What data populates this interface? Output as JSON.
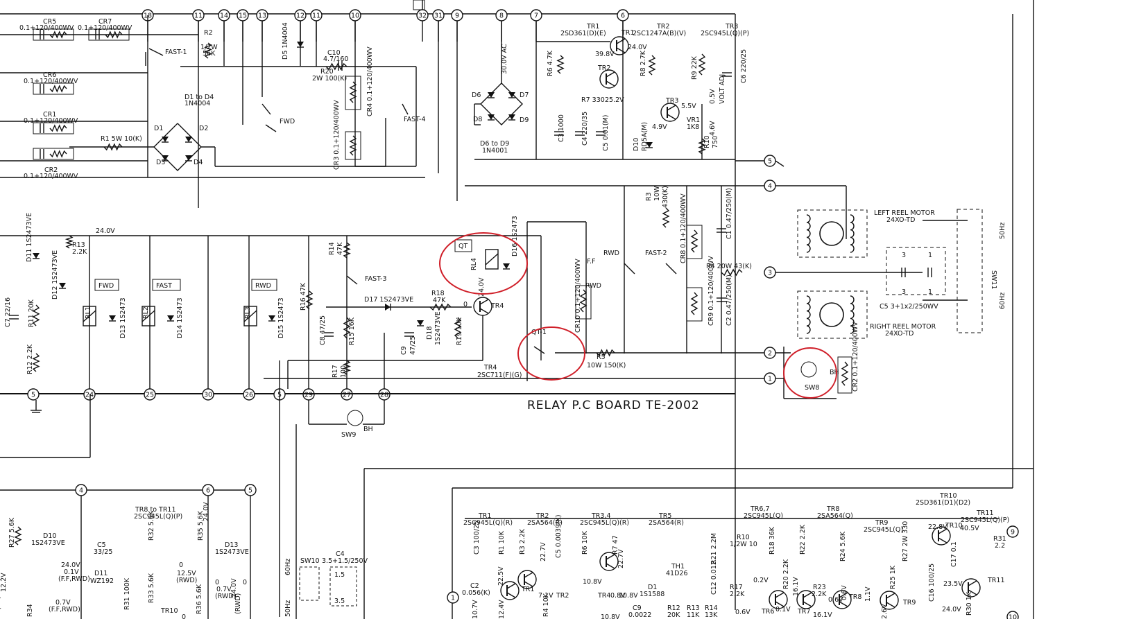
{
  "diagram": {
    "title": "RELAY P.C BOARD TE-2002",
    "terminals_top": [
      "18",
      "11",
      "14",
      "15",
      "13",
      "12",
      "11",
      "10",
      "32",
      "31",
      "9",
      "8",
      "7",
      "6"
    ],
    "terminals_bottom": [
      "5",
      "24",
      "25",
      "30",
      "26",
      "5",
      "29",
      "27",
      "28"
    ],
    "terminals_right": [
      "5",
      "4",
      "3",
      "2",
      "1"
    ],
    "terminals_lower": [
      "4",
      "6",
      "5",
      "9",
      "1",
      "10"
    ],
    "labels": [
      {
        "id": "cr5",
        "t": "CR5"
      },
      {
        "id": "cr5v",
        "t": "0.1+120/400WV"
      },
      {
        "id": "cr7",
        "t": "CR7"
      },
      {
        "id": "cr7v",
        "t": "0.1+120/400WV"
      },
      {
        "id": "cr6",
        "t": "CR6"
      },
      {
        "id": "cr6v",
        "t": "0.1+120/400WV"
      },
      {
        "id": "cr1",
        "t": "CR1"
      },
      {
        "id": "cr1v",
        "t": "0.1+120/400WV"
      },
      {
        "id": "cr2",
        "t": "CR2"
      },
      {
        "id": "cr2v",
        "t": "0.1+120/400WV"
      },
      {
        "id": "fast1",
        "t": "FAST-1"
      },
      {
        "id": "r2",
        "t": "R2"
      },
      {
        "id": "r2a",
        "t": "1/2W"
      },
      {
        "id": "r2b",
        "t": "56K"
      },
      {
        "id": "d5",
        "t": "D5 1N4004"
      },
      {
        "id": "c10",
        "t": "C10"
      },
      {
        "id": "c10v",
        "t": "4.7/160"
      },
      {
        "id": "r20",
        "t": "R20"
      },
      {
        "id": "r20v",
        "t": "2W 100(K)"
      },
      {
        "id": "d1d4",
        "t": "D1 to D4"
      },
      {
        "id": "d1d4v",
        "t": "1N4004"
      },
      {
        "id": "d1",
        "t": "D1"
      },
      {
        "id": "d2",
        "t": "D2"
      },
      {
        "id": "d3",
        "t": "D3"
      },
      {
        "id": "d4",
        "t": "D4"
      },
      {
        "id": "r1",
        "t": "R1 5W 10(K)"
      },
      {
        "id": "fwd",
        "t": "FWD"
      },
      {
        "id": "fast4",
        "t": "FAST-4"
      },
      {
        "id": "cr4",
        "t": "CR4 0.1+120/400WV"
      },
      {
        "id": "cr3",
        "t": "CR3 0.1+120/400WV"
      },
      {
        "id": "ac30",
        "t": "30.0V AC"
      },
      {
        "id": "d6",
        "t": "D6"
      },
      {
        "id": "d7",
        "t": "D7"
      },
      {
        "id": "d8",
        "t": "D8"
      },
      {
        "id": "d9",
        "t": "D9"
      },
      {
        "id": "d6d9",
        "t": "D6 to D9"
      },
      {
        "id": "d6d9v",
        "t": "1N4001"
      },
      {
        "id": "tr1",
        "t": "TR1"
      },
      {
        "id": "tr1v",
        "t": "2SD361(D)(E)"
      },
      {
        "id": "tr1t",
        "t": "TR1"
      },
      {
        "id": "tr2",
        "t": "TR2"
      },
      {
        "id": "tr2v",
        "t": "2SC1247A(B)(V)"
      },
      {
        "id": "tr2t",
        "t": "TR2"
      },
      {
        "id": "tr3",
        "t": "TR3"
      },
      {
        "id": "tr3v",
        "t": "2SC945L(Q)(P)"
      },
      {
        "id": "tr3t",
        "t": "TR3"
      },
      {
        "id": "v398",
        "t": "39.8V"
      },
      {
        "id": "v240a",
        "t": "24.0V"
      },
      {
        "id": "v252",
        "t": "25.2V"
      },
      {
        "id": "v55",
        "t": "5.5V"
      },
      {
        "id": "v49",
        "t": "4.9V"
      },
      {
        "id": "r6",
        "t": "R6 4.7K"
      },
      {
        "id": "r7",
        "t": "R7 330"
      },
      {
        "id": "r8",
        "t": "R8 2.7K"
      },
      {
        "id": "r9",
        "t": "R9 22K"
      },
      {
        "id": "c6",
        "t": "C6 220/25"
      },
      {
        "id": "v05",
        "t": "0.5V"
      },
      {
        "id": "voladj",
        "t": "VOLT ADJ"
      },
      {
        "id": "vr1",
        "t": "VR1"
      },
      {
        "id": "vr1v",
        "t": "1K8"
      },
      {
        "id": "v46",
        "t": "4.6V"
      },
      {
        "id": "r10",
        "t": "R10"
      },
      {
        "id": "r10v",
        "t": "750"
      },
      {
        "id": "c3",
        "t": "C3 1000"
      },
      {
        "id": "c4",
        "t": "C4 220/35"
      },
      {
        "id": "c5",
        "t": "C5 0.01(M)"
      },
      {
        "id": "d10",
        "t": "D10"
      },
      {
        "id": "d10v",
        "t": "RD5A(M)"
      },
      {
        "id": "r3",
        "t": "R3"
      },
      {
        "id": "r3v",
        "t": "10W"
      },
      {
        "id": "r3k",
        "t": "430(K)"
      },
      {
        "id": "cr8",
        "t": "CR8 0.1+120/400WV"
      },
      {
        "id": "c1",
        "t": "C1 0.47/250(M)"
      },
      {
        "id": "c2",
        "t": "C2 0.47/250(M)"
      },
      {
        "id": "lrm",
        "t": "LEFT REEL MOTOR"
      },
      {
        "id": "lrmv",
        "t": "24XO-TD"
      },
      {
        "id": "rrm",
        "t": "RIGHT REEL MOTOR"
      },
      {
        "id": "rrmv",
        "t": "24XO-TD"
      },
      {
        "id": "c5b",
        "t": "C5 3+1x2/250WV"
      },
      {
        "id": "n3a",
        "t": "3"
      },
      {
        "id": "n1a",
        "t": "1"
      },
      {
        "id": "n3b",
        "t": "3"
      },
      {
        "id": "n1b",
        "t": "1"
      },
      {
        "id": "sw11",
        "t": "SW11"
      },
      {
        "id": "hz50",
        "t": "50Hz"
      },
      {
        "id": "hz60",
        "t": "60Hz"
      },
      {
        "id": "r4",
        "t": "R4 20W 43(K)"
      },
      {
        "id": "cr9",
        "t": "CR9 0.1+120/400WV"
      },
      {
        "id": "ff",
        "t": "F.F"
      },
      {
        "id": "rwd",
        "t": "RWD"
      },
      {
        "id": "rwd2",
        "t": "RWD"
      },
      {
        "id": "fast2",
        "t": "FAST-2"
      },
      {
        "id": "cr10",
        "t": "CR10 0.1+120/400WV"
      },
      {
        "id": "qt",
        "t": "QT"
      },
      {
        "id": "rl4",
        "t": "RL4"
      },
      {
        "id": "d16",
        "t": "D16 1S2473"
      },
      {
        "id": "v240b",
        "t": "24.0V"
      },
      {
        "id": "tr4",
        "t": "TR4"
      },
      {
        "id": "tr4b",
        "t": "TR4"
      },
      {
        "id": "tr4v",
        "t": "2SC711(F)(G)"
      },
      {
        "id": "zero",
        "t": "0"
      },
      {
        "id": "qt1",
        "t": "QT-1"
      },
      {
        "id": "r5",
        "t": "R5"
      },
      {
        "id": "r5v",
        "t": "10W 150(K)"
      },
      {
        "id": "sw8",
        "t": "SW8"
      },
      {
        "id": "bh8",
        "t": "BH"
      },
      {
        "id": "cr2b",
        "t": "CR2 0.1+120/400WV"
      },
      {
        "id": "d11",
        "t": "D11 1S2473VE"
      },
      {
        "id": "r13",
        "t": "R13"
      },
      {
        "id": "r13v",
        "t": "2.2K"
      },
      {
        "id": "v240c",
        "t": "24.0V"
      },
      {
        "id": "d12",
        "t": "D12 1S2473VE"
      },
      {
        "id": "bfwd",
        "t": "FWD"
      },
      {
        "id": "bfast",
        "t": "FAST"
      },
      {
        "id": "brwd",
        "t": "RWD"
      },
      {
        "id": "c7",
        "t": "C7 22/16"
      },
      {
        "id": "r11",
        "t": "R11 20K"
      },
      {
        "id": "r12",
        "t": "R12 2.2K"
      },
      {
        "id": "rl1",
        "t": "RL1"
      },
      {
        "id": "d13",
        "t": "D13 1S2473"
      },
      {
        "id": "rl2",
        "t": "RL2"
      },
      {
        "id": "d14",
        "t": "D14 1S2473"
      },
      {
        "id": "rl3",
        "t": "RL3"
      },
      {
        "id": "d15",
        "t": "D15 1S2473"
      },
      {
        "id": "r14",
        "t": "R14"
      },
      {
        "id": "r14v",
        "t": "47K"
      },
      {
        "id": "fast3",
        "t": "FAST-3"
      },
      {
        "id": "r16",
        "t": "R16 47K"
      },
      {
        "id": "d17",
        "t": "D17 1S2473VE"
      },
      {
        "id": "r18",
        "t": "R18"
      },
      {
        "id": "r18v",
        "t": "47K"
      },
      {
        "id": "c8",
        "t": "C8 47/25"
      },
      {
        "id": "r15",
        "t": "R15 16K"
      },
      {
        "id": "d18",
        "t": "D18"
      },
      {
        "id": "d18v",
        "t": "1S2473VE"
      },
      {
        "id": "r19",
        "t": "R19 10K"
      },
      {
        "id": "c9",
        "t": "C9"
      },
      {
        "id": "c9v",
        "t": "47/25"
      },
      {
        "id": "r17",
        "t": "R17"
      },
      {
        "id": "r17v",
        "t": "100"
      },
      {
        "id": "sw9",
        "t": "SW9"
      },
      {
        "id": "bh9",
        "t": "BH"
      },
      {
        "id": "sw10",
        "t": "SW10"
      },
      {
        "id": "c4b",
        "t": "C4"
      },
      {
        "id": "c4bv",
        "t": "3.5+1.5/250V"
      },
      {
        "id": "n15",
        "t": "1.5"
      },
      {
        "id": "n35",
        "t": "3.5"
      },
      {
        "id": "hz60b",
        "t": "60Hz"
      },
      {
        "id": "hz50b",
        "t": "50Hz"
      },
      {
        "id": "tr8t11",
        "t": "TR8 to TR11"
      },
      {
        "id": "tr8t11v",
        "t": "2SC945L(Q)(P)"
      },
      {
        "id": "r27",
        "t": "R27 5.6K"
      },
      {
        "id": "d10b",
        "t": "D10"
      },
      {
        "id": "d10bv",
        "t": "1S2473VE"
      },
      {
        "id": "c5c",
        "t": "C5"
      },
      {
        "id": "c5cv",
        "t": "33/25"
      },
      {
        "id": "r32",
        "t": "R32 5.6K"
      },
      {
        "id": "r35",
        "t": "R35 5.6K"
      },
      {
        "id": "v240d",
        "t": "24.0V"
      },
      {
        "id": "d13b",
        "t": "D13"
      },
      {
        "id": "d13bv",
        "t": "1S2473VE"
      },
      {
        "id": "v240e",
        "t": "24.0V"
      },
      {
        "id": "v01",
        "t": "0.1V"
      },
      {
        "id": "ffrwd",
        "t": "(F.F,RWD)"
      },
      {
        "id": "d11b",
        "t": "D11"
      },
      {
        "id": "d11bv",
        "t": "WZ192"
      },
      {
        "id": "v122",
        "t": "12.2V"
      },
      {
        "id": "ffrwd2",
        "t": "(F.F,RWD)"
      },
      {
        "id": "v07",
        "t": "0.7V"
      },
      {
        "id": "ffrwd3",
        "t": "(F.F,RWD)"
      },
      {
        "id": "r31",
        "t": "R31 100K"
      },
      {
        "id": "r33",
        "t": "R33 5.6K"
      },
      {
        "id": "tr10",
        "t": "TR10"
      },
      {
        "id": "z0",
        "t": "0"
      },
      {
        "id": "v125",
        "t": "12.5V"
      },
      {
        "id": "rwdp",
        "t": "(RWD)"
      },
      {
        "id": "z0b",
        "t": "0"
      },
      {
        "id": "v07b",
        "t": "0.7V"
      },
      {
        "id": "rwdp2",
        "t": "(RWD)"
      },
      {
        "id": "r36",
        "t": "R36 5.6K"
      },
      {
        "id": "r34",
        "t": "R34"
      },
      {
        "id": "v240f",
        "t": "24.0V"
      },
      {
        "id": "z0c",
        "t": "0"
      },
      {
        "id": "rwdp3",
        "t": "(RWD)"
      },
      {
        "id": "ltr1",
        "t": "TR1"
      },
      {
        "id": "ltr1v",
        "t": "2SC945L(Q)(R)"
      },
      {
        "id": "ltr2",
        "t": "TR2"
      },
      {
        "id": "ltr2v",
        "t": "2SA564(R)"
      },
      {
        "id": "ltr34",
        "t": "TR3,4"
      },
      {
        "id": "ltr34v",
        "t": "2SC945L(Q)(R)"
      },
      {
        "id": "ltr5",
        "t": "TR5"
      },
      {
        "id": "ltr5v",
        "t": "2SA564(R)"
      },
      {
        "id": "ltr67",
        "t": "TR6,7"
      },
      {
        "id": "ltr67v",
        "t": "2SC945L(Q)"
      },
      {
        "id": "ltr8",
        "t": "TR8"
      },
      {
        "id": "ltr8v",
        "t": "2SA564(Q)"
      },
      {
        "id": "ltr9",
        "t": "TR9"
      },
      {
        "id": "ltr9v",
        "t": "2SC945L(Q)"
      },
      {
        "id": "ltr10",
        "t": "TR10"
      },
      {
        "id": "ltr10v",
        "t": "2SD361(D1)(D2)"
      },
      {
        "id": "ltr11",
        "t": "TR11"
      },
      {
        "id": "ltr11v",
        "t": "2SC945L(Q)(P)"
      },
      {
        "id": "c3b",
        "t": "C3 100/25"
      },
      {
        "id": "r1b",
        "t": "R1 10K"
      },
      {
        "id": "r3b",
        "t": "R3 2.2K"
      },
      {
        "id": "c2b",
        "t": "C2"
      },
      {
        "id": "c2bv",
        "t": "0.056(K)"
      },
      {
        "id": "v225",
        "t": "22.5V"
      },
      {
        "id": "v227",
        "t": "22.7V"
      },
      {
        "id": "c5d",
        "t": "C5 0.0039(K)"
      },
      {
        "id": "r6b",
        "t": "R6 10K"
      },
      {
        "id": "r7b",
        "t": "R7 47"
      },
      {
        "id": "v227b",
        "t": "22.7V"
      },
      {
        "id": "v108",
        "t": "10.8V"
      },
      {
        "id": "tr4c",
        "t": "TR4"
      },
      {
        "id": "v108b",
        "t": "10.8V"
      },
      {
        "id": "th1",
        "t": "TH1"
      },
      {
        "id": "th1v",
        "t": "41D26"
      },
      {
        "id": "d1c",
        "t": "D1"
      },
      {
        "id": "d1cv",
        "t": "1S1588"
      },
      {
        "id": "c9b",
        "t": "C9"
      },
      {
        "id": "c9bv",
        "t": "0.0022"
      },
      {
        "id": "r12b",
        "t": "R12"
      },
      {
        "id": "r12bv",
        "t": "20K"
      },
      {
        "id": "r13b",
        "t": "R13"
      },
      {
        "id": "r13bv",
        "t": "11K"
      },
      {
        "id": "r14b",
        "t": "R14"
      },
      {
        "id": "r14bv",
        "t": "13K"
      },
      {
        "id": "r21",
        "t": "R21 2.2M"
      },
      {
        "id": "c12",
        "t": "C12 0.012"
      },
      {
        "id": "r10b",
        "t": "R10"
      },
      {
        "id": "r10bv",
        "t": "1/2W 10"
      },
      {
        "id": "r18b",
        "t": "R18 36K"
      },
      {
        "id": "r22",
        "t": "R22 2.2K"
      },
      {
        "id": "r17b",
        "t": "R17"
      },
      {
        "id": "r17bv",
        "t": "2.2K"
      },
      {
        "id": "v02",
        "t": "0.2V"
      },
      {
        "id": "r20b",
        "t": "R20 2.2K"
      },
      {
        "id": "v161",
        "t": "16.1V"
      },
      {
        "id": "r23",
        "t": "R23"
      },
      {
        "id": "r23v",
        "t": "2.2K"
      },
      {
        "id": "v161b",
        "t": "16.1V"
      },
      {
        "id": "r24",
        "t": "R24 5.6K"
      },
      {
        "id": "v06",
        "t": "0.6V"
      },
      {
        "id": "v11",
        "t": "1.1V"
      },
      {
        "id": "r25",
        "t": "R25 1K"
      },
      {
        "id": "r27b",
        "t": "R27 2W 330"
      },
      {
        "id": "v228",
        "t": "22.8V"
      },
      {
        "id": "c16",
        "t": "C16 100/25"
      },
      {
        "id": "v405",
        "t": "40.5V"
      },
      {
        "id": "r31b",
        "t": "R31"
      },
      {
        "id": "r31bv",
        "t": "2.2"
      },
      {
        "id": "c17",
        "t": "C17 0.1"
      },
      {
        "id": "v235",
        "t": "23.5V"
      },
      {
        "id": "v240g",
        "t": "24.0V"
      },
      {
        "id": "r30",
        "t": "R30 1K"
      },
      {
        "id": "ltr11t",
        "t": "TR11"
      },
      {
        "id": "tr1s",
        "t": "TR1"
      },
      {
        "id": "tr2s",
        "t": "TR2"
      },
      {
        "id": "tr6s",
        "t": "TR6"
      },
      {
        "id": "tr7s",
        "t": "TR7"
      },
      {
        "id": "tr8s",
        "t": "TR8"
      },
      {
        "id": "tr9s",
        "t": "TR9"
      },
      {
        "id": "tr10s",
        "t": "TR10"
      },
      {
        "id": "v01b",
        "t": "0.1V"
      },
      {
        "id": "v06b",
        "t": "0.6V"
      },
      {
        "id": "v06c",
        "t": "0.6V"
      },
      {
        "id": "v71",
        "t": "7.1V"
      },
      {
        "id": "v107",
        "t": "10.7V"
      },
      {
        "id": "v124",
        "t": "12.4V"
      },
      {
        "id": "r4b",
        "t": "R4 10K"
      },
      {
        "id": "v08",
        "t": "0.8V"
      },
      {
        "id": "v08b",
        "t": "10.8V"
      },
      {
        "id": "v26",
        "t": "2.6V"
      },
      {
        "id": "z0d",
        "t": "0"
      }
    ]
  }
}
